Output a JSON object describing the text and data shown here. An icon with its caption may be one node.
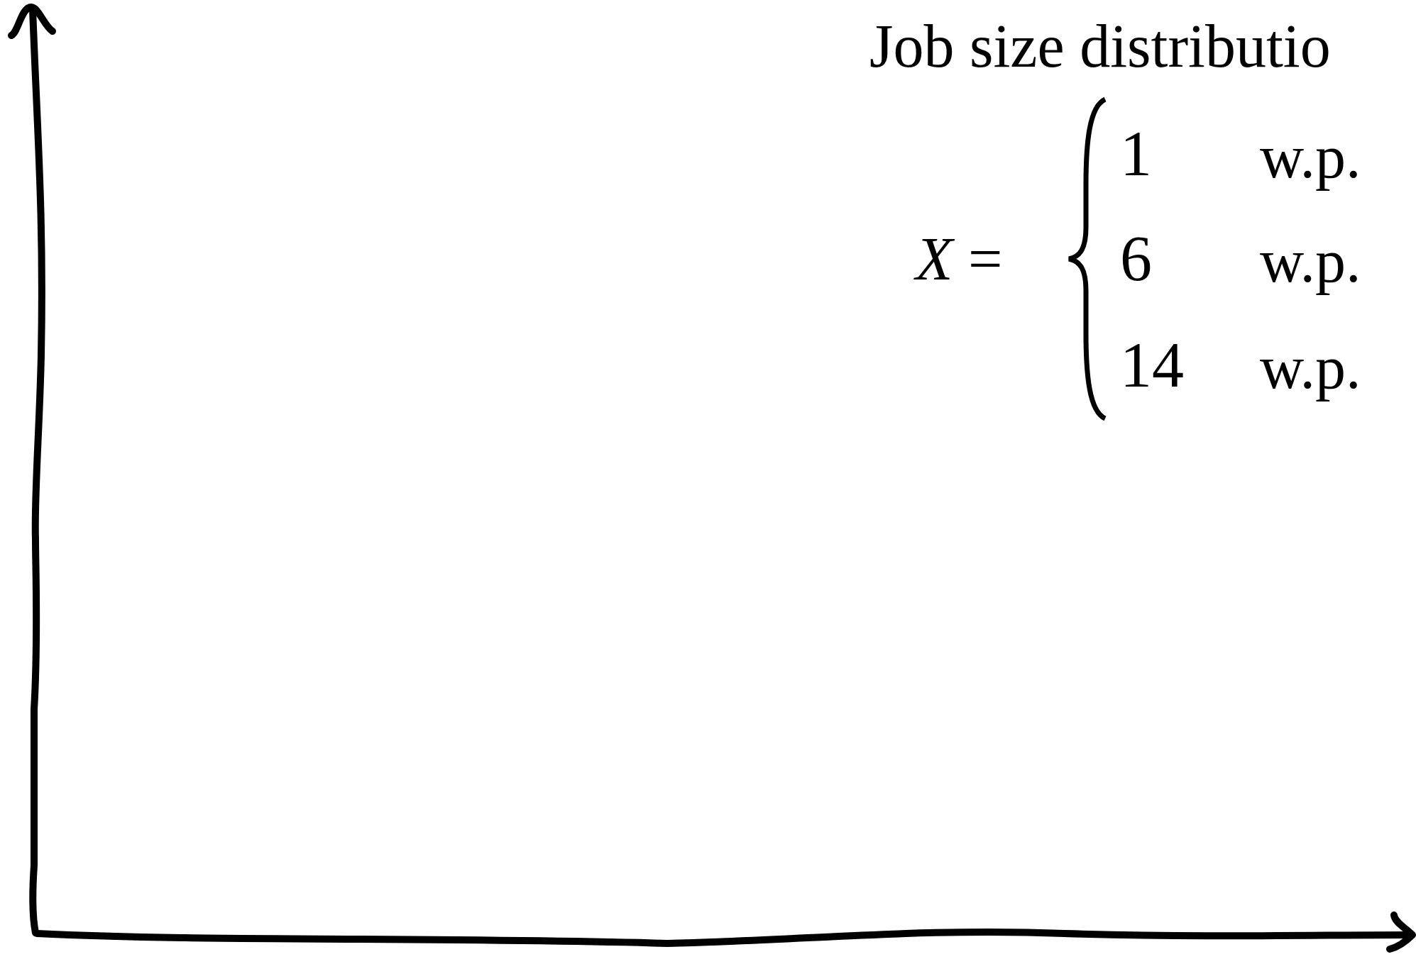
{
  "diagram": {
    "labels": [
      "Job size distributio",
      "*X* =",
      "1",
      "w.p.",
      "6",
      "w.p.",
      "14",
      "w.p."
    ]
  }
}
